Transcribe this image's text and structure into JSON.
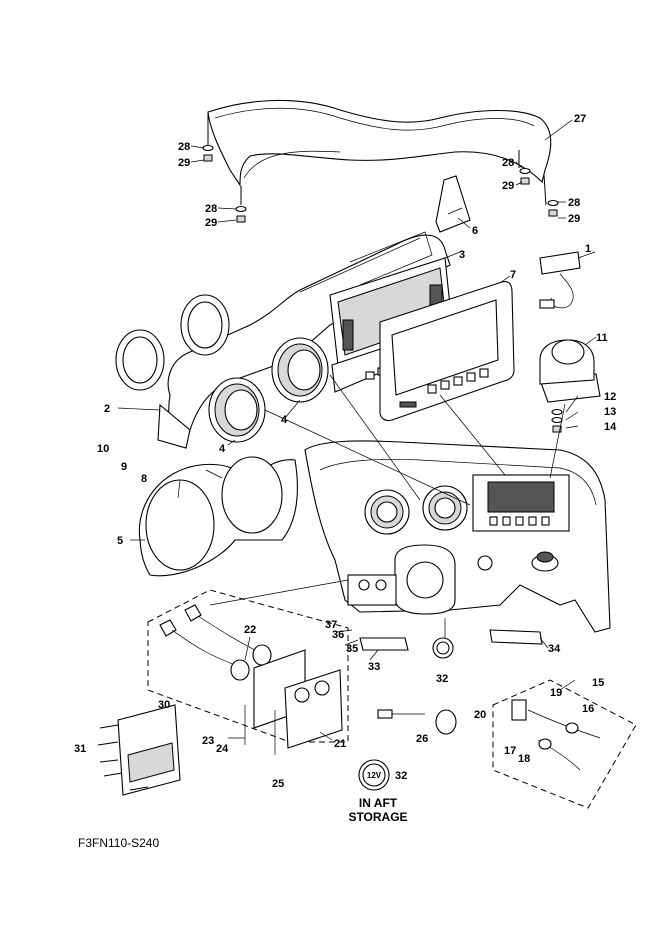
{
  "diagram": {
    "part_numbers": [
      "1",
      "2",
      "3",
      "4",
      "4",
      "5",
      "6",
      "7",
      "8",
      "9",
      "10",
      "11",
      "12",
      "13",
      "14",
      "15",
      "16",
      "17",
      "18",
      "19",
      "20",
      "21",
      "22",
      "23",
      "24",
      "25",
      "26",
      "27",
      "28",
      "28",
      "28",
      "28",
      "29",
      "29",
      "29",
      "29",
      "30",
      "31",
      "32",
      "32",
      "33",
      "34",
      "35",
      "36",
      "37"
    ],
    "storage_note": [
      "IN AFT",
      "STORAGE"
    ],
    "socket_badge": "12V",
    "figure_code": "F3FN110-S240"
  }
}
